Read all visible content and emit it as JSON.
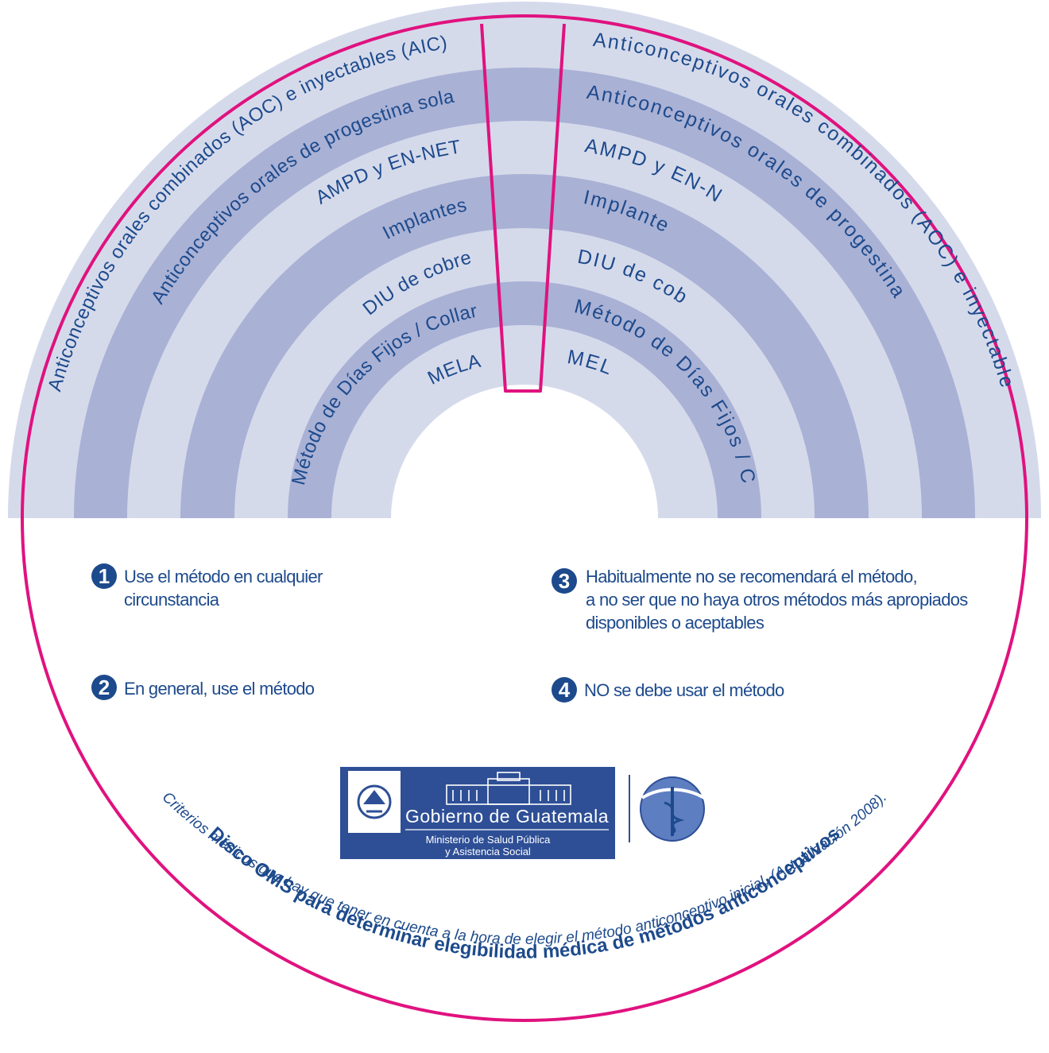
{
  "left_segment": {
    "rings": [
      "Anticonceptivos orales combinados (AOC) e inyectables (AIC)",
      "Anticonceptivos orales de progestina sola",
      "AMPD y EN-NET",
      "Implantes",
      "DIU de cobre",
      "Método de Días Fijos / Collar",
      "MELA"
    ]
  },
  "right_segment": {
    "rings": [
      "Anticonceptivos orales combinados (AOC) e inyectables (AIC)",
      "Anticonceptivos orales de progestina sola",
      "AMPD y EN-NET",
      "Implantes",
      "DIU de cobre",
      "Método de Días Fijos / Collar",
      "MELA"
    ]
  },
  "legend": [
    {
      "number": "1",
      "lines": [
        "Use el método en cualquier",
        "circunstancia"
      ]
    },
    {
      "number": "2",
      "lines": [
        "En general, use el método"
      ]
    },
    {
      "number": "3",
      "lines": [
        "Habitualmente no se recomendará el método,",
        "a no ser que no haya otros métodos más apropiados",
        "disponibles o aceptables"
      ]
    },
    {
      "number": "4",
      "lines": [
        "NO se debe usar el método"
      ]
    }
  ],
  "logo": {
    "government": "Gobierno de Guatemala",
    "ministry_line1": "Ministerio de Salud Pública",
    "ministry_line2": "y Asistencia Social"
  },
  "footer": {
    "title": "Disco OMS para determinar elegibilidad médica de métodos anticonceptivos",
    "subtitle": "Criterios médicos que hay que tener en cuenta a la hora de elegir el método anticonceptivo inicial, (Actualización 2008)."
  },
  "colors": {
    "ring_light": "#d5daeb",
    "ring_dark": "#a9b1d5",
    "border_magenta": "#e0127f",
    "text_navy": "#1d4a8c",
    "logo_blue": "#2e4f96"
  }
}
